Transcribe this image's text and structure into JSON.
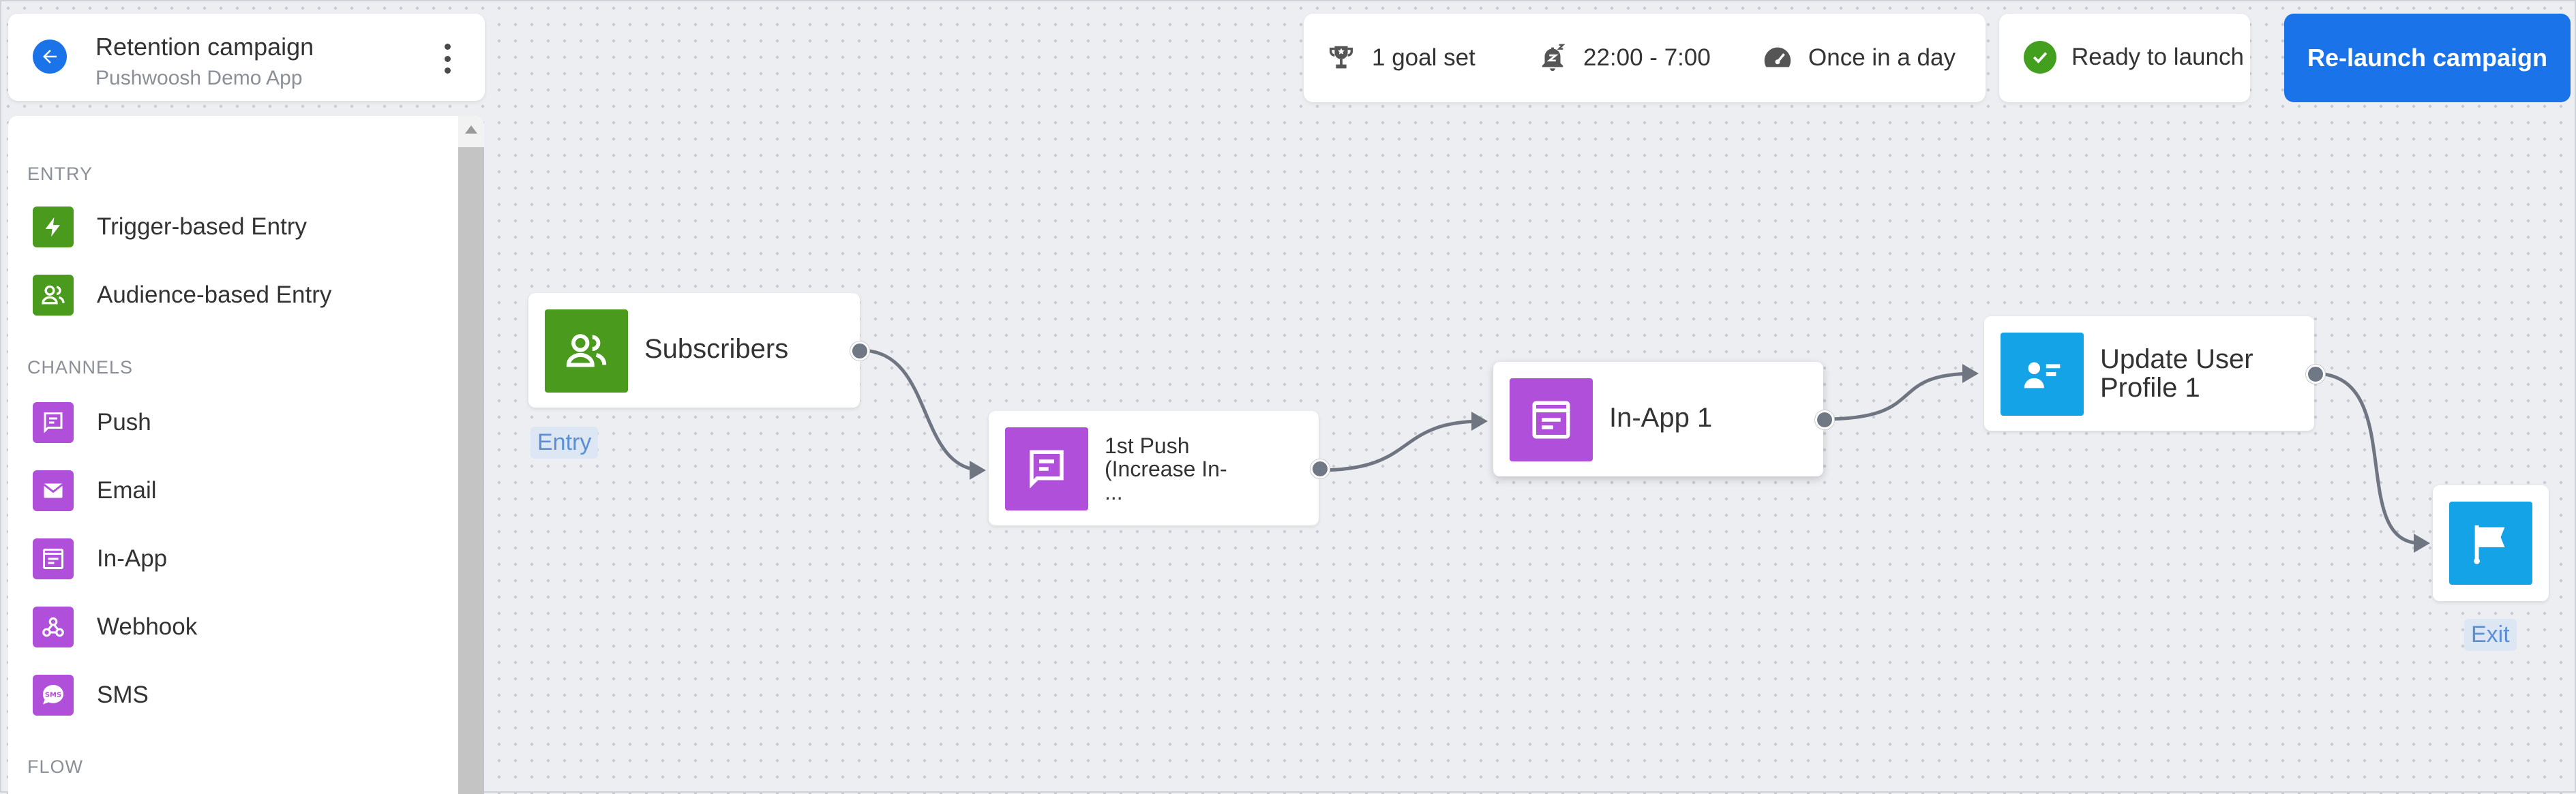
{
  "header": {
    "title": "Retention campaign",
    "subtitle": "Pushwoosh Demo App"
  },
  "sidebar": {
    "sections": [
      {
        "label": "ENTRY"
      },
      {
        "label": "CHANNELS"
      },
      {
        "label": "FLOW"
      }
    ],
    "items": [
      {
        "label": "Trigger-based Entry",
        "icon": "lightning-icon"
      },
      {
        "label": "Audience-based Entry",
        "icon": "users-icon"
      },
      {
        "label": "Push",
        "icon": "message-icon"
      },
      {
        "label": "Email",
        "icon": "mail-icon"
      },
      {
        "label": "In-App",
        "icon": "inapp-icon"
      },
      {
        "label": "Webhook",
        "icon": "webhook-icon"
      },
      {
        "label": "SMS",
        "icon": "sms-icon"
      }
    ]
  },
  "toolbar": {
    "goal": "1 goal set",
    "quiet_hours": "22:00 - 7:00",
    "frequency": "Once in a day",
    "status": "Ready to launch",
    "relaunch_label": "Re-launch campaign"
  },
  "canvas": {
    "nodes": [
      {
        "label": "Subscribers",
        "tag": "Entry"
      },
      {
        "label_line1": "1st Push",
        "label_line2": "(Increase In-",
        "label_line3": "..."
      },
      {
        "label": "In-App 1"
      },
      {
        "label_line1": "Update User",
        "label_line2": "Profile 1"
      },
      {
        "tag": "Exit"
      }
    ]
  },
  "colors": {
    "primary": "#1a73e8",
    "entry_green": "#4a9a1e",
    "channel_purple": "#b04fd9",
    "action_blue": "#13a3e6",
    "ready_green": "#43a01f"
  }
}
